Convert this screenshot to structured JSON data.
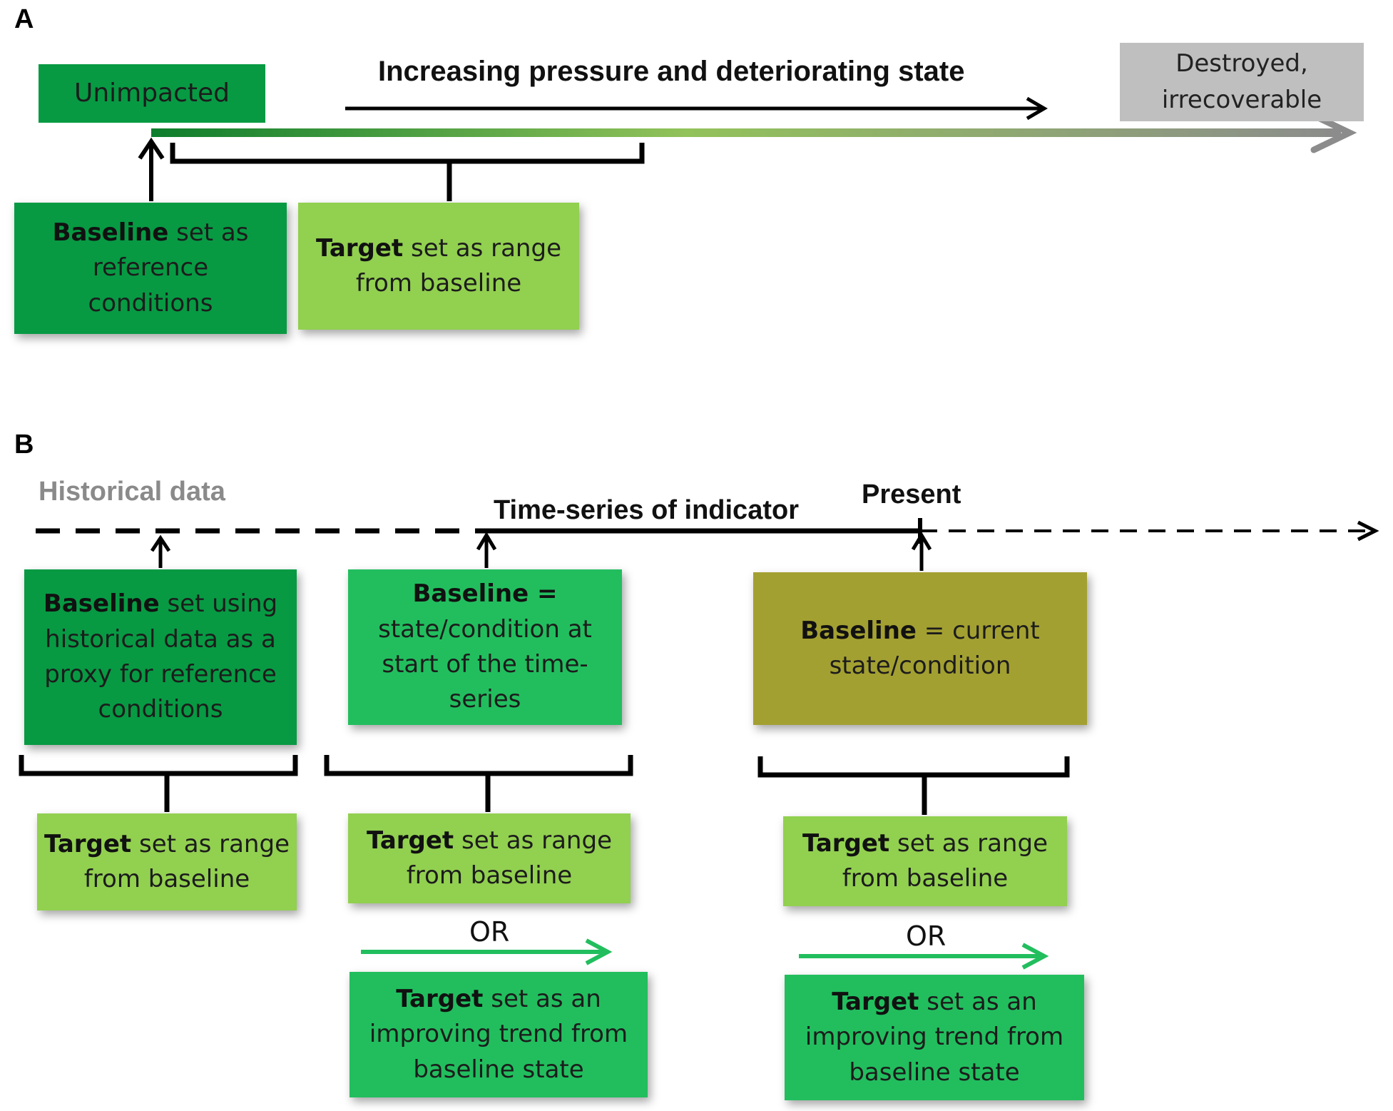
{
  "panel_a": {
    "label": "A",
    "heading": "Increasing pressure and deteriorating state",
    "unimpacted": "Unimpacted",
    "destroyed_line1": "Destroyed,",
    "destroyed_line2": "irrecoverable",
    "baseline_bold": "Baseline",
    "baseline_rest": " set as reference conditions",
    "target_bold": "Target",
    "target_rest": " set as range from baseline"
  },
  "panel_b": {
    "label": "B",
    "historical_data": "Historical data",
    "time_series": "Time-series of indicator",
    "present": "Present",
    "col1": {
      "baseline_bold": "Baseline",
      "baseline_rest": " set using historical data as a proxy for reference conditions",
      "target_bold": "Target",
      "target_rest": " set as range from baseline"
    },
    "col2": {
      "baseline_bold": "Baseline =",
      "baseline_rest": " state/condition at start of the time-series",
      "target_bold": "Target",
      "target_rest": " set as range from baseline",
      "or": "OR",
      "trend_bold": "Target",
      "trend_rest": " set as an improving trend from baseline state"
    },
    "col3": {
      "baseline_bold": "Baseline",
      "baseline_rest": " = current state/condition",
      "target_bold": "Target",
      "target_rest": " set as range from baseline",
      "or": "OR",
      "trend_bold": "Target",
      "trend_rest": " set as an improving trend from baseline state"
    }
  },
  "colors": {
    "dark_green": "#079a43",
    "light_green": "#92d050",
    "mid_green": "#22be5e",
    "olive": "#a3a032",
    "grey": "#bfbfbf",
    "trend_arrow": "#22be5e"
  }
}
